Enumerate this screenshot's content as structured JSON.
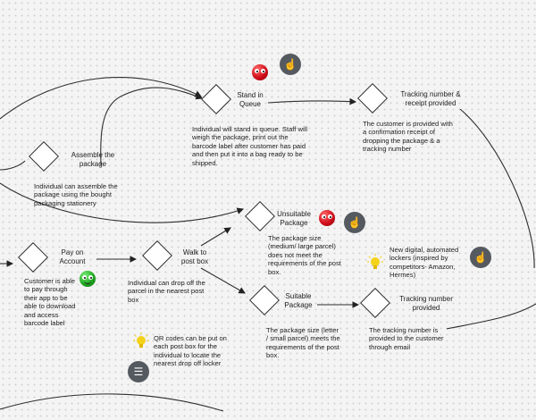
{
  "nodes": {
    "assemble": {
      "title": "Assemble the package",
      "desc": "Individual can assemble the package using the bought packaging stationery"
    },
    "queue": {
      "title": "Stand in Queue",
      "desc": "Individual will stand in queue. Staff will weigh the package, print out the barcode label after customer has paid and then put it into a bag ready to be shipped."
    },
    "tracking_receipt": {
      "title": "Tracking number & receipt provided",
      "desc": "The customer is provided with a confirmation receipt of dropping the package & a tracking number"
    },
    "unsuitable": {
      "title": "Unsuitable Package",
      "desc": "The package size (medium/ large parcel) does not meet the requirements of the post box."
    },
    "pay": {
      "title": "Pay on Account",
      "desc": "Customer is able to pay through their app to be able to download and access barcode label"
    },
    "walk": {
      "title": "Walk to post box",
      "desc": "Individual can drop off the parcel in the nearest post box"
    },
    "suitable": {
      "title": "Suitable Package",
      "desc": "The package size (letter / small parcel) meets the requirements of the post box."
    },
    "tracking_provided": {
      "title": "Tracking number provided",
      "desc": "The tracking number is provided to the customer through email"
    }
  },
  "notes": {
    "lockers": "New digital, automated lockers (inspired by competitors- Amazon, Hermes)",
    "qr": "QR codes can be put on each post box for the individual to locate the nearest drop off locker"
  },
  "colors": {
    "negative_emotion": "#d10f1c",
    "positive_emotion": "#1fa820",
    "touchpoint_badge": "#555a60",
    "idea_bulb": "#f5d21a"
  },
  "icons": [
    "sad-face-icon",
    "happy-face-icon",
    "hand-touch-icon",
    "menu-lines-icon",
    "lightbulb-icon"
  ]
}
